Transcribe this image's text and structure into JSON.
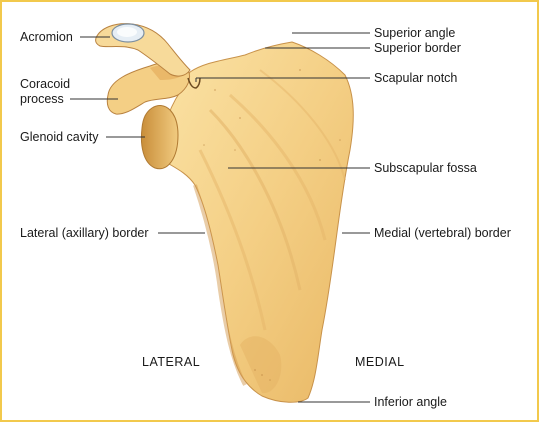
{
  "labels": {
    "acromion": "Acromion",
    "coracoid_line1": "Coracoid",
    "coracoid_line2": "process",
    "glenoid": "Glenoid cavity",
    "lateral_border": "Lateral (axillary) border",
    "superior_angle": "Superior angle",
    "superior_border": "Superior border",
    "scapular_notch": "Scapular notch",
    "subscapular_fossa": "Subscapular fossa",
    "medial_border": "Medial (vertebral) border",
    "inferior_angle": "Inferior angle",
    "lateral": "LATERAL",
    "medial": "MEDIAL"
  },
  "colors": {
    "frame": "#f2c94c",
    "bone": "#f6d58f",
    "bone_shadow": "#d9a84e",
    "bone_light": "#fde9b8",
    "leader": "#333333"
  }
}
